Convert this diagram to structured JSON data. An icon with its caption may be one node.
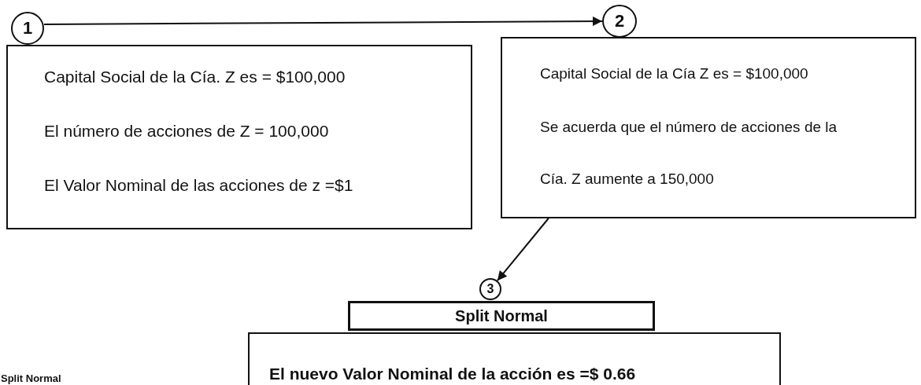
{
  "diagram": {
    "nodes": [
      {
        "text": [
          "1"
        ]
      },
      {
        "text": [
          "Capital Social de la Cía. Z es = $100,000",
          "El número de acciones de Z  = 100,000",
          "El Valor Nominal de las acciones de z =$1"
        ]
      },
      {
        "text": [
          "2"
        ]
      },
      {
        "text": [
          "Capital Social de la Cía Z es = $100,000",
          "Se acuerda que el número de acciones de la Cía. Z aumente a 150,000"
        ]
      },
      {
        "text": [
          "3"
        ]
      },
      {
        "text": [
          "Split  Normal"
        ]
      },
      {
        "text": [
          "El nuevo Valor Nominal de la acción es =$ 0.66"
        ]
      }
    ],
    "edges": [
      {
        "from": 0,
        "to": 2,
        "arrow": "to"
      },
      {
        "from": 3,
        "to": 4,
        "arrow": "to"
      }
    ],
    "labels": [
      "Split Normal"
    ]
  }
}
